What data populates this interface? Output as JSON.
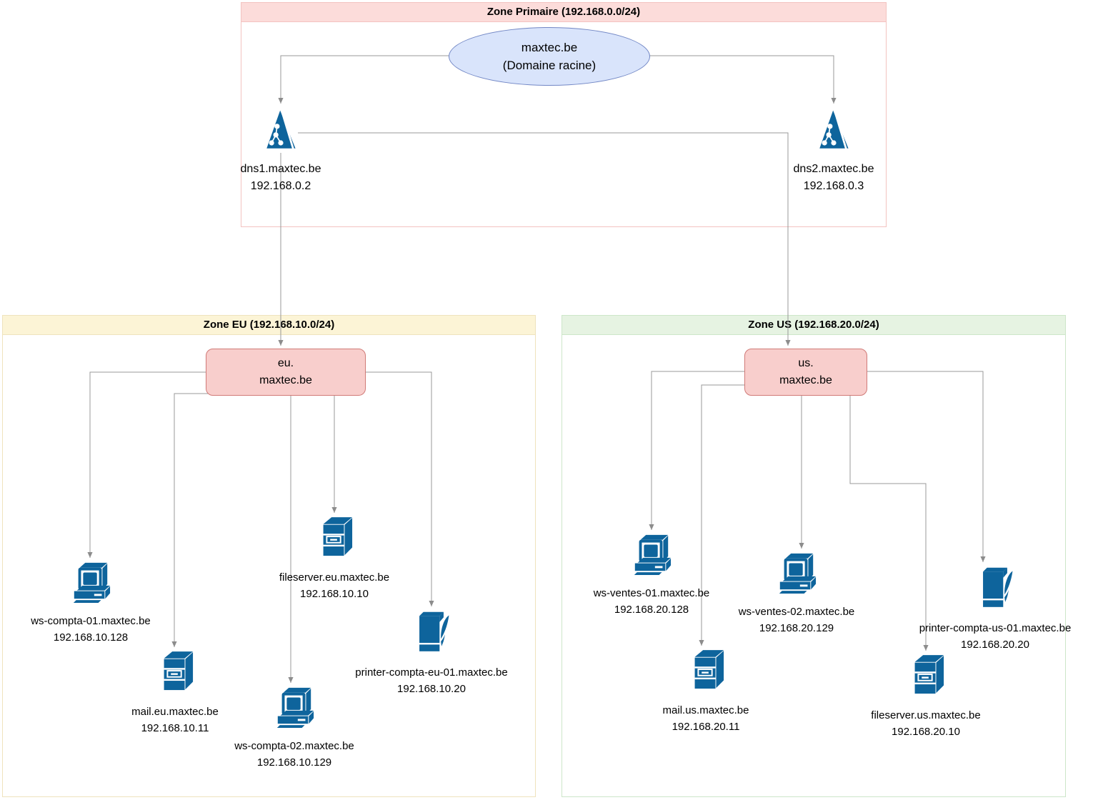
{
  "colors": {
    "icon_blue": "#0e649c",
    "edge_gray": "#989898",
    "root_node_fill": "#d9e4fb",
    "root_node_border": "#7287c5",
    "subdomain_fill": "#f8cecc",
    "subdomain_border": "#d07a77",
    "zone_primary_header": "#fcdcda",
    "zone_eu_header": "#fcf4d6",
    "zone_us_header": "#e6f3e2"
  },
  "icons": {
    "dns": "dns-server-icon",
    "workstation": "workstation-icon",
    "server": "server-icon",
    "printer": "printer-icon"
  },
  "zones": {
    "primary": {
      "title": "Zone Primaire (192.168.0.0/24)",
      "root_domain": {
        "line1": "maxtec.be",
        "line2": "(Domaine racine)"
      },
      "dns1": {
        "hostname": "dns1.maxtec.be",
        "ip": "192.168.0.2"
      },
      "dns2": {
        "hostname": "dns2.maxtec.be",
        "ip": "192.168.0.3"
      }
    },
    "eu": {
      "title": "Zone EU (192.168.10.0/24)",
      "subdomain": {
        "line1": "eu.",
        "line2": "maxtec.be"
      },
      "devices": [
        {
          "hostname": "ws-compta-01.maxtec.be",
          "ip": "192.168.10.128",
          "kind": "workstation"
        },
        {
          "hostname": "mail.eu.maxtec.be",
          "ip": "192.168.10.11",
          "kind": "server"
        },
        {
          "hostname": "ws-compta-02.maxtec.be",
          "ip": "192.168.10.129",
          "kind": "workstation"
        },
        {
          "hostname": "fileserver.eu.maxtec.be",
          "ip": "192.168.10.10",
          "kind": "server"
        },
        {
          "hostname": "printer-compta-eu-01.maxtec.be",
          "ip": "192.168.10.20",
          "kind": "printer"
        }
      ]
    },
    "us": {
      "title": "Zone US (192.168.20.0/24)",
      "subdomain": {
        "line1": "us.",
        "line2": "maxtec.be"
      },
      "devices": [
        {
          "hostname": "ws-ventes-01.maxtec.be",
          "ip": "192.168.20.128",
          "kind": "workstation"
        },
        {
          "hostname": "ws-ventes-02.maxtec.be",
          "ip": "192.168.20.129",
          "kind": "workstation"
        },
        {
          "hostname": "mail.us.maxtec.be",
          "ip": "192.168.20.11",
          "kind": "server"
        },
        {
          "hostname": "fileserver.us.maxtec.be",
          "ip": "192.168.20.10",
          "kind": "server"
        },
        {
          "hostname": "printer-compta-us-01.maxtec.be",
          "ip": "192.168.20.20",
          "kind": "printer"
        }
      ]
    }
  }
}
